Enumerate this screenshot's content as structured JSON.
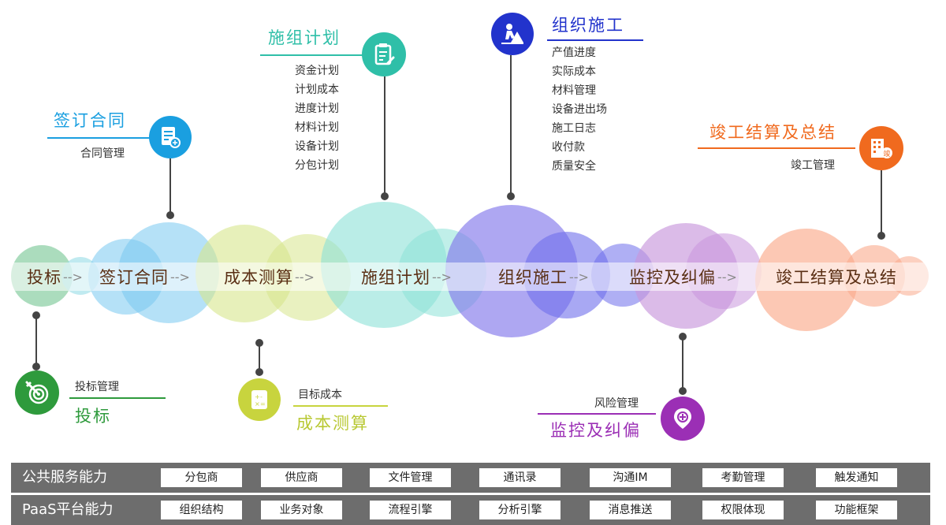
{
  "flow": {
    "steps": [
      "投标",
      "签订合同",
      "成本测算",
      "施组计划",
      "组织施工",
      "监控及纠偏",
      "竣工结算及总结"
    ],
    "arrow": "-->"
  },
  "stages": {
    "bid": {
      "title": "投标",
      "items": [
        "投标管理"
      ],
      "color": "#2e9a3c"
    },
    "contract": {
      "title": "签订合同",
      "items": [
        "合同管理"
      ],
      "color": "#1a9fe0"
    },
    "cost": {
      "title": "成本测算",
      "items": [
        "目标成本"
      ],
      "color": "#b8c832"
    },
    "plan": {
      "title": "施组计划",
      "items": [
        "资金计划",
        "计划成本",
        "进度计划",
        "材料计划",
        "设备计划",
        "分包计划"
      ],
      "color": "#2fbfa8"
    },
    "build": {
      "title": "组织施工",
      "items": [
        "产值进度",
        "实际成本",
        "材料管理",
        "设备进出场",
        "施工日志",
        "收付款",
        "质量安全"
      ],
      "color": "#2233cc"
    },
    "monitor": {
      "title": "监控及纠偏",
      "items": [
        "风险管理"
      ],
      "color": "#9b2fb5"
    },
    "settle": {
      "title": "竣工结算及总结",
      "items": [
        "竣工管理"
      ],
      "color": "#f06a1e",
      "badge": "竣"
    }
  },
  "capabilities": {
    "public": {
      "label": "公共服务能力",
      "items": [
        "分包商",
        "供应商",
        "文件管理",
        "通讯录",
        "沟通IM",
        "考勤管理",
        "触发通知"
      ]
    },
    "paas": {
      "label": "PaaS平台能力",
      "items": [
        "组织结构",
        "业务对象",
        "流程引擎",
        "分析引擎",
        "消息推送",
        "权限体现",
        "功能框架"
      ]
    }
  }
}
